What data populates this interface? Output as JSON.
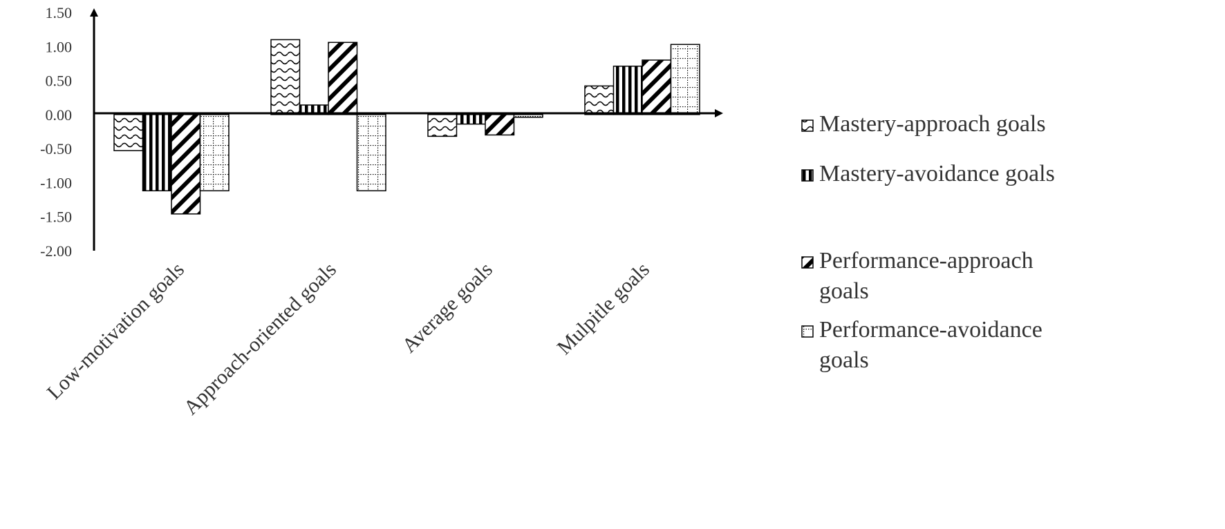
{
  "chart_data": {
    "type": "bar",
    "categories": [
      "Low-motivation goals",
      "Approach-oriented goals",
      "Average goals",
      "Mulpitle goals"
    ],
    "series": [
      {
        "name": "Mastery-approach goals",
        "pattern": "wave",
        "values": [
          -0.53,
          1.1,
          -0.32,
          0.42
        ]
      },
      {
        "name": "Mastery-avoidance goals",
        "pattern": "vertical-stripes",
        "values": [
          -1.12,
          0.14,
          -0.14,
          0.71
        ]
      },
      {
        "name": "Performance-approach goals",
        "pattern": "diagonal-stripes",
        "values": [
          -1.46,
          1.06,
          -0.3,
          0.8
        ]
      },
      {
        "name": "Performance-avoidance goals",
        "pattern": "dotted-grid",
        "values": [
          -1.12,
          -1.12,
          -0.04,
          1.03
        ]
      }
    ],
    "y_ticks": [
      "1.50",
      "1.00",
      "0.50",
      "0.00",
      "-0.50",
      "-1.00",
      "-1.50",
      "-2.00"
    ],
    "ylim": [
      -2.0,
      1.5
    ],
    "xlabel": "",
    "ylabel": "",
    "grid": false,
    "legend_position": "right",
    "colors": {
      "stroke": "#000000",
      "text": "#333333",
      "background": "#ffffff"
    }
  }
}
